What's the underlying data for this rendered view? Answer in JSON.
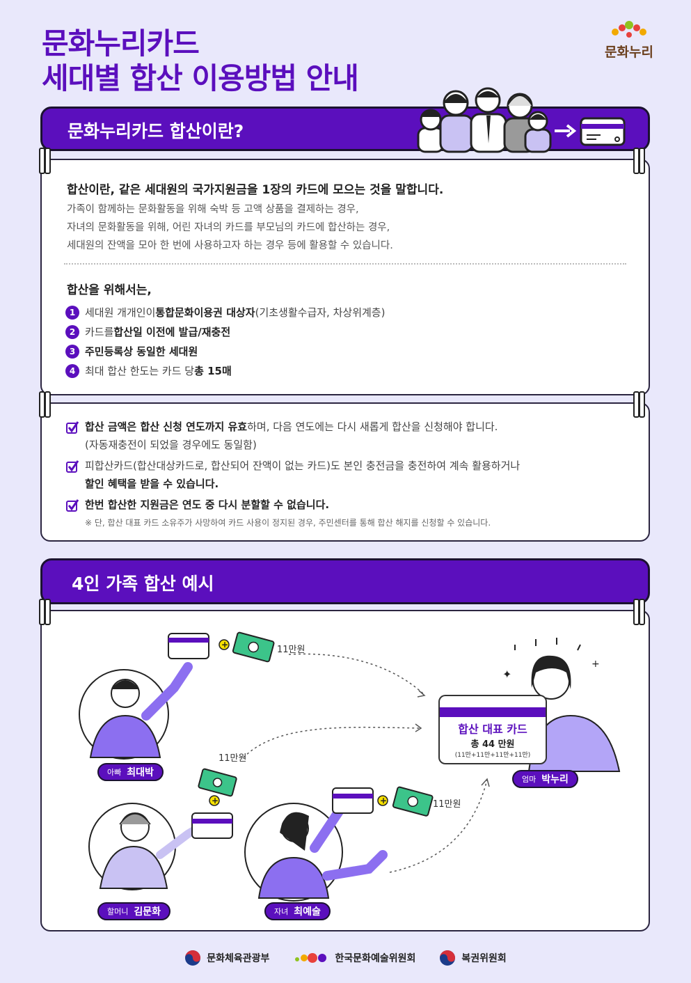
{
  "header": {
    "title_line1": "문화누리카드",
    "title_line2": "세대별 합산 이용방법 안내",
    "logo_text": "문화누리"
  },
  "section1": {
    "banner_title": "문화누리카드 합산이란?",
    "definition": "합산이란, 같은 세대원의 국가지원금을 1장의 카드에 모으는 것을 말합니다.",
    "desc_lines": [
      "가족이 함께하는 문화활동을 위해 숙박 등 고액 상품을 결제하는 경우,",
      "자녀의 문화활동을 위해, 어린 자녀의 카드를 부모님의 카드에 합산하는 경우,",
      "세대원의 잔액을 모아 한 번에 사용하고자 하는 경우 등에 활용할 수 있습니다."
    ],
    "requirements_title": "합산을 위해서는,",
    "requirements": [
      {
        "num": "1",
        "pre": "세대원 개개인이 ",
        "bold": "통합문화이용권 대상자",
        "post": "(기초생활수급자, 차상위계층)"
      },
      {
        "num": "2",
        "pre": "카드를 ",
        "bold": "합산일 이전에 발급/재충전",
        "post": ""
      },
      {
        "num": "3",
        "pre": "",
        "bold": "주민등록상 동일한 세대원",
        "post": ""
      },
      {
        "num": "4",
        "pre": "최대 합산 한도는 카드 당 ",
        "bold": "총 15매",
        "post": ""
      }
    ]
  },
  "notes": [
    {
      "bold": "합산 금액은 합산 신청 연도까지 유효",
      "text": "하며, 다음 연도에는 다시 새롭게 합산을 신청해야 합니다.",
      "line2": "(자동재충전이 되었을 경우에도 동일함)"
    },
    {
      "bold": "",
      "text": "피합산카드(합산대상카드로, 합산되어 잔액이 없는 카드)도 본인 충전금을 충전하여 계속 활용하거나",
      "line2_bold": "할인 혜택을 받을 수 있습니다."
    },
    {
      "bold": "한번 합산한 지원금은 연도 중 다시 분할할 수 없습니다.",
      "text": "",
      "small": "※ 단, 합산 대표 카드 소유주가 사망하여 카드 사용이 정지된 경우, 주민센터를 통해 합산 해지를 신청할 수 있습니다."
    }
  ],
  "section2": {
    "banner_title": "4인 가족 합산 예시",
    "amount_label": "11만원",
    "family": [
      {
        "role": "아빠",
        "name": "최대박"
      },
      {
        "role": "할머니",
        "name": "김문화"
      },
      {
        "role": "자녀",
        "name": "최예술"
      },
      {
        "role": "엄마",
        "name": "박누리"
      }
    ],
    "rep_card": {
      "title": "합산 대표 카드",
      "total": "총 44 만원",
      "breakdown": "(11만+11만+11만+11만)"
    }
  },
  "footer": {
    "orgs": [
      "문화체육관광부",
      "한국문화예술위원회",
      "복권위원회"
    ]
  },
  "colors": {
    "accent": "#5b0fbd",
    "background": "#e9e8fb",
    "money": "#3cc48a"
  }
}
